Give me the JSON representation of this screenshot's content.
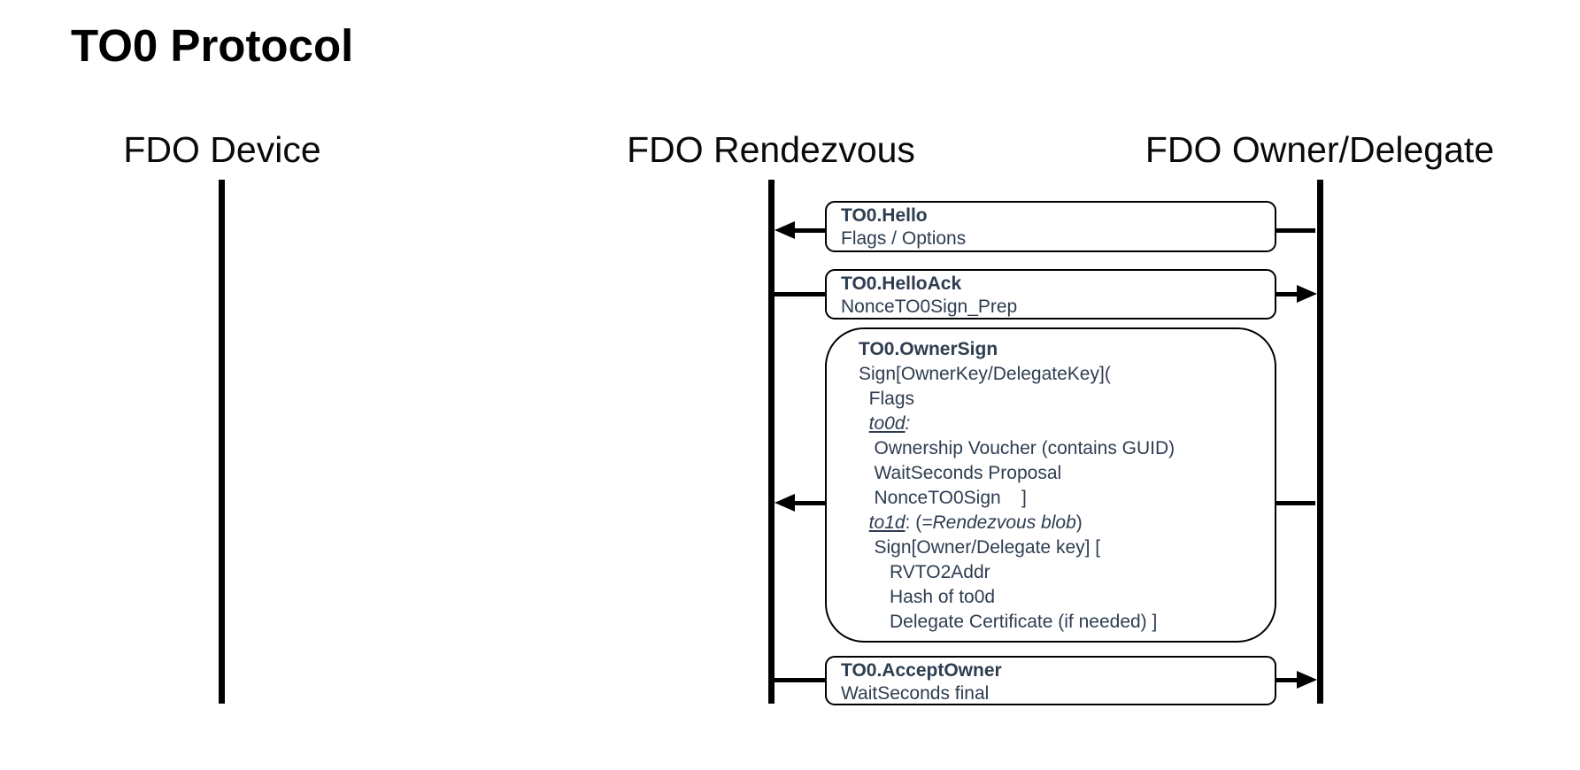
{
  "diagram": {
    "title": "TO0 Protocol",
    "actors": [
      {
        "label": "FDO Device"
      },
      {
        "label": "FDO Rendezvous"
      },
      {
        "label": "FDO Owner/Delegate"
      }
    ],
    "messages": [
      {
        "title": "TO0.Hello",
        "body": "Flags / Options",
        "direction": "to-rendezvous"
      },
      {
        "title": "TO0.HelloAck",
        "body": "NonceTO0Sign_Prep",
        "direction": "to-owner"
      },
      {
        "title": "TO0.OwnerSign",
        "direction": "to-rendezvous",
        "lines": {
          "sign_open": "Sign[OwnerKey/DelegateKey](",
          "flags": "  Flags",
          "to0d_indent": "  ",
          "to0d_label": "to0d",
          "to0d_colon": ":",
          "voucher": "   Ownership Voucher (contains GUID)",
          "waitseconds": "   WaitSeconds Proposal",
          "nonce": "   NonceTO0Sign    ]",
          "to1d_indent": "  ",
          "to1d_label": "to1d",
          "to1d_mid": ": (",
          "to1d_blob": "=Rendezvous blob",
          "to1d_close": ")",
          "sign_inner": "   Sign[Owner/Delegate key] [",
          "rvto2addr": "      RVTO2Addr",
          "hash": "      Hash of to0d",
          "delegate_cert": "      Delegate Certificate (if needed) ]"
        }
      },
      {
        "title": "TO0.AcceptOwner",
        "body": "WaitSeconds final",
        "direction": "to-owner"
      }
    ],
    "colors": {
      "message_text": "#2e3d50",
      "line": "#000000",
      "background": "#ffffff"
    }
  }
}
